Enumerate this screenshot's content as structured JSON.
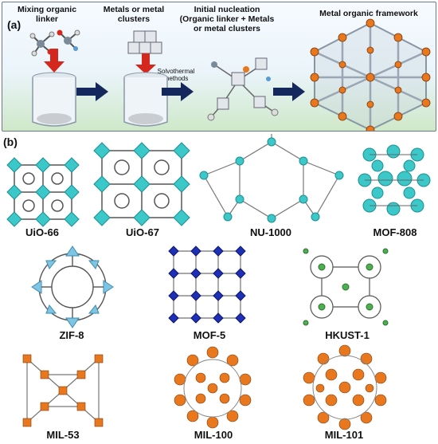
{
  "panel_a": {
    "label": "(a)",
    "steps": [
      {
        "text": "Mixing organic linker"
      },
      {
        "text": "Metals or metal clusters"
      },
      {
        "text": "Initial nucleation (Organic linker + Metals or metal clusters"
      },
      {
        "text": "Metal organic framework"
      }
    ],
    "arrow_note": "Solvothermal methods"
  },
  "panel_b": {
    "label": "(b)",
    "structures": [
      {
        "name": "UiO-66",
        "color": "#3cc7c9"
      },
      {
        "name": "UiO-67",
        "color": "#3cc7c9"
      },
      {
        "name": "NU-1000",
        "color": "#3cc7c9"
      },
      {
        "name": "MOF-808",
        "color": "#3cc7c9"
      },
      {
        "name": "ZIF-8",
        "color": "#7fc4e0"
      },
      {
        "name": "MOF-5",
        "color": "#1f2fb8"
      },
      {
        "name": "HKUST-1",
        "color": "#4caf50"
      },
      {
        "name": "MIL-53",
        "color": "#e8771e"
      },
      {
        "name": "MIL-100",
        "color": "#e8771e"
      },
      {
        "name": "MIL-101",
        "color": "#e8771e"
      }
    ]
  },
  "colors": {
    "arrow_navy": "#14285e",
    "metal_orange": "#e8771e",
    "red_arrow": "#d4271e"
  }
}
